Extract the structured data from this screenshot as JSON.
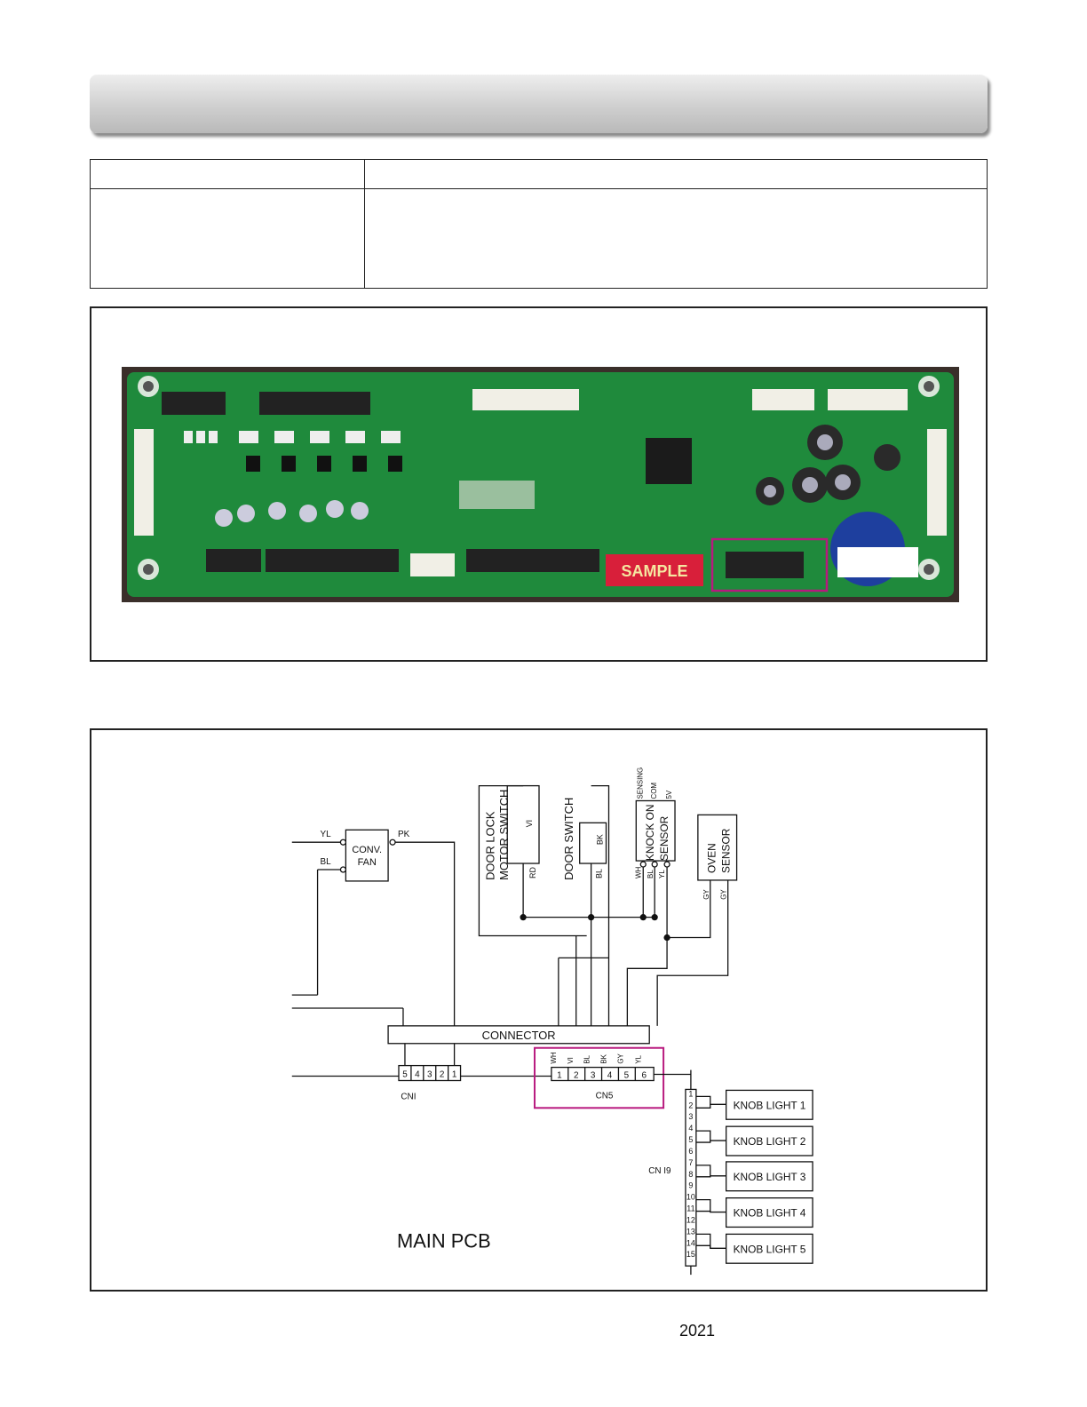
{
  "photo": {
    "board_label": "SAMPLE"
  },
  "schematic": {
    "main_label": "MAIN PCB",
    "connector_label": "CONNECTOR",
    "conv_fan": {
      "line1": "CONV.",
      "line2": "FAN"
    },
    "door_lock": {
      "line1": "DOOR LOCK",
      "line2": "MOTOR SWITCH"
    },
    "door_switch": "DOOR SWITCH",
    "knock_sensor": {
      "line1": "KNOCK ON",
      "line2": "SENSOR"
    },
    "oven_sensor": {
      "line1": "OVEN",
      "line2": "SENSOR"
    },
    "sensor_top_pins": [
      "SENSING",
      "COM",
      "5V"
    ],
    "cn1": {
      "label": "CNI",
      "pins": [
        "5",
        "4",
        "3",
        "2",
        "1"
      ]
    },
    "cn5": {
      "label": "CN5",
      "pins": [
        "1",
        "2",
        "3",
        "4",
        "5",
        "6"
      ],
      "wires": [
        "WH",
        "VI",
        "BL",
        "BK",
        "GY",
        "YL"
      ]
    },
    "cn19": {
      "label": "CN I9",
      "pins": [
        "1",
        "2",
        "3",
        "4",
        "5",
        "6",
        "7",
        "8",
        "9",
        "10",
        "11",
        "12",
        "13",
        "14",
        "15"
      ]
    },
    "knob_lights": [
      "KNOB LIGHT 1",
      "KNOB LIGHT 2",
      "KNOB LIGHT 3",
      "KNOB LIGHT 4",
      "KNOB LIGHT 5"
    ],
    "wire_colors": {
      "yl": "YL",
      "bl": "BL",
      "pk": "PK",
      "wh": "WH",
      "vi": "VI",
      "bk": "BK",
      "gy": "GY",
      "rd": "RD"
    }
  },
  "page_number": "2021",
  "colors": {
    "highlight": "#b8197e",
    "board": "#1f8a3c"
  }
}
